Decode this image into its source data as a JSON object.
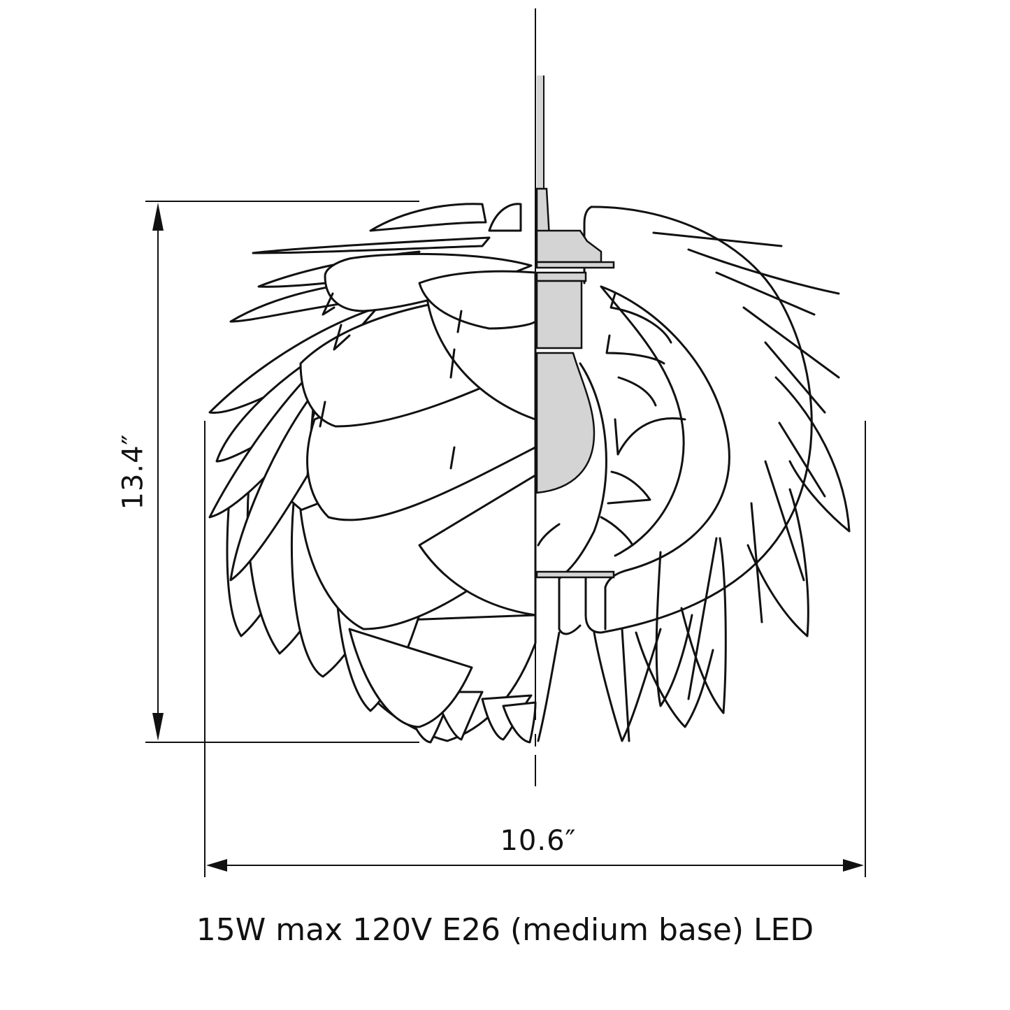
{
  "diagram": {
    "type": "product dimension drawing",
    "subject": "pendant lamp (artichoke / pinecone leaf shade), half exterior view and half section view",
    "dimensions": {
      "height": {
        "label": "13.4″",
        "orientation": "vertical",
        "arrows": "both-ends"
      },
      "width": {
        "label": "10.6″",
        "orientation": "horizontal",
        "arrows": "both-ends"
      }
    },
    "center_axis": {
      "style": "dash-dot centerline",
      "orientation": "vertical"
    },
    "section_view": {
      "side": "right",
      "shows": [
        "socket",
        "bulb",
        "support frame",
        "leaf cross-sections"
      ],
      "fill_color": "#d4d4d4"
    },
    "line_color": "#111111",
    "background_color": "#ffffff"
  },
  "caption": {
    "text": "15W max 120V E26 (medium base) LED"
  }
}
